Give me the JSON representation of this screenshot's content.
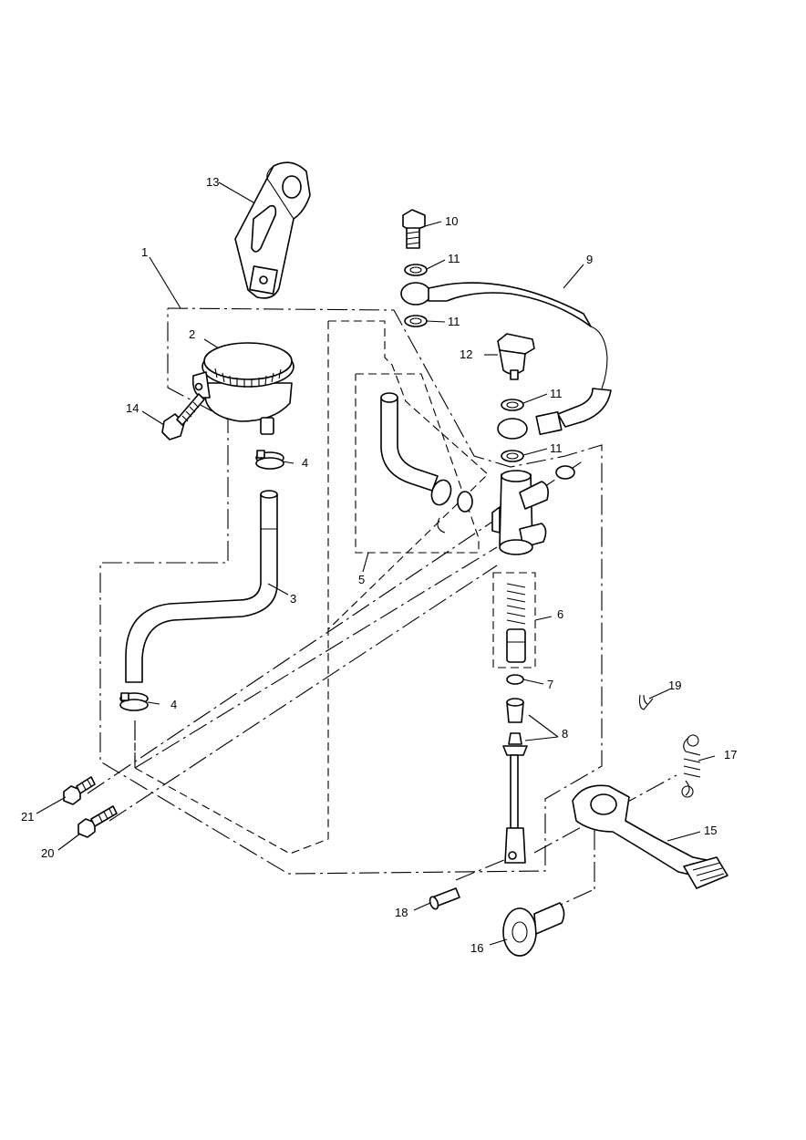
{
  "callouts": [
    {
      "id": "c1",
      "label": "1"
    },
    {
      "id": "c2",
      "label": "2"
    },
    {
      "id": "c3",
      "label": "3"
    },
    {
      "id": "c4a",
      "label": "4"
    },
    {
      "id": "c4b",
      "label": "4"
    },
    {
      "id": "c5",
      "label": "5"
    },
    {
      "id": "c6",
      "label": "6"
    },
    {
      "id": "c7",
      "label": "7"
    },
    {
      "id": "c8",
      "label": "8"
    },
    {
      "id": "c9",
      "label": "9"
    },
    {
      "id": "c10",
      "label": "10"
    },
    {
      "id": "c11a",
      "label": "11"
    },
    {
      "id": "c11b",
      "label": "11"
    },
    {
      "id": "c11c",
      "label": "11"
    },
    {
      "id": "c11d",
      "label": "11"
    },
    {
      "id": "c12",
      "label": "12"
    },
    {
      "id": "c13",
      "label": "13"
    },
    {
      "id": "c14",
      "label": "14"
    },
    {
      "id": "c15",
      "label": "15"
    },
    {
      "id": "c16",
      "label": "16"
    },
    {
      "id": "c17",
      "label": "17"
    },
    {
      "id": "c18",
      "label": "18"
    },
    {
      "id": "c19",
      "label": "19"
    },
    {
      "id": "c20",
      "label": "20"
    },
    {
      "id": "c21",
      "label": "21"
    }
  ]
}
